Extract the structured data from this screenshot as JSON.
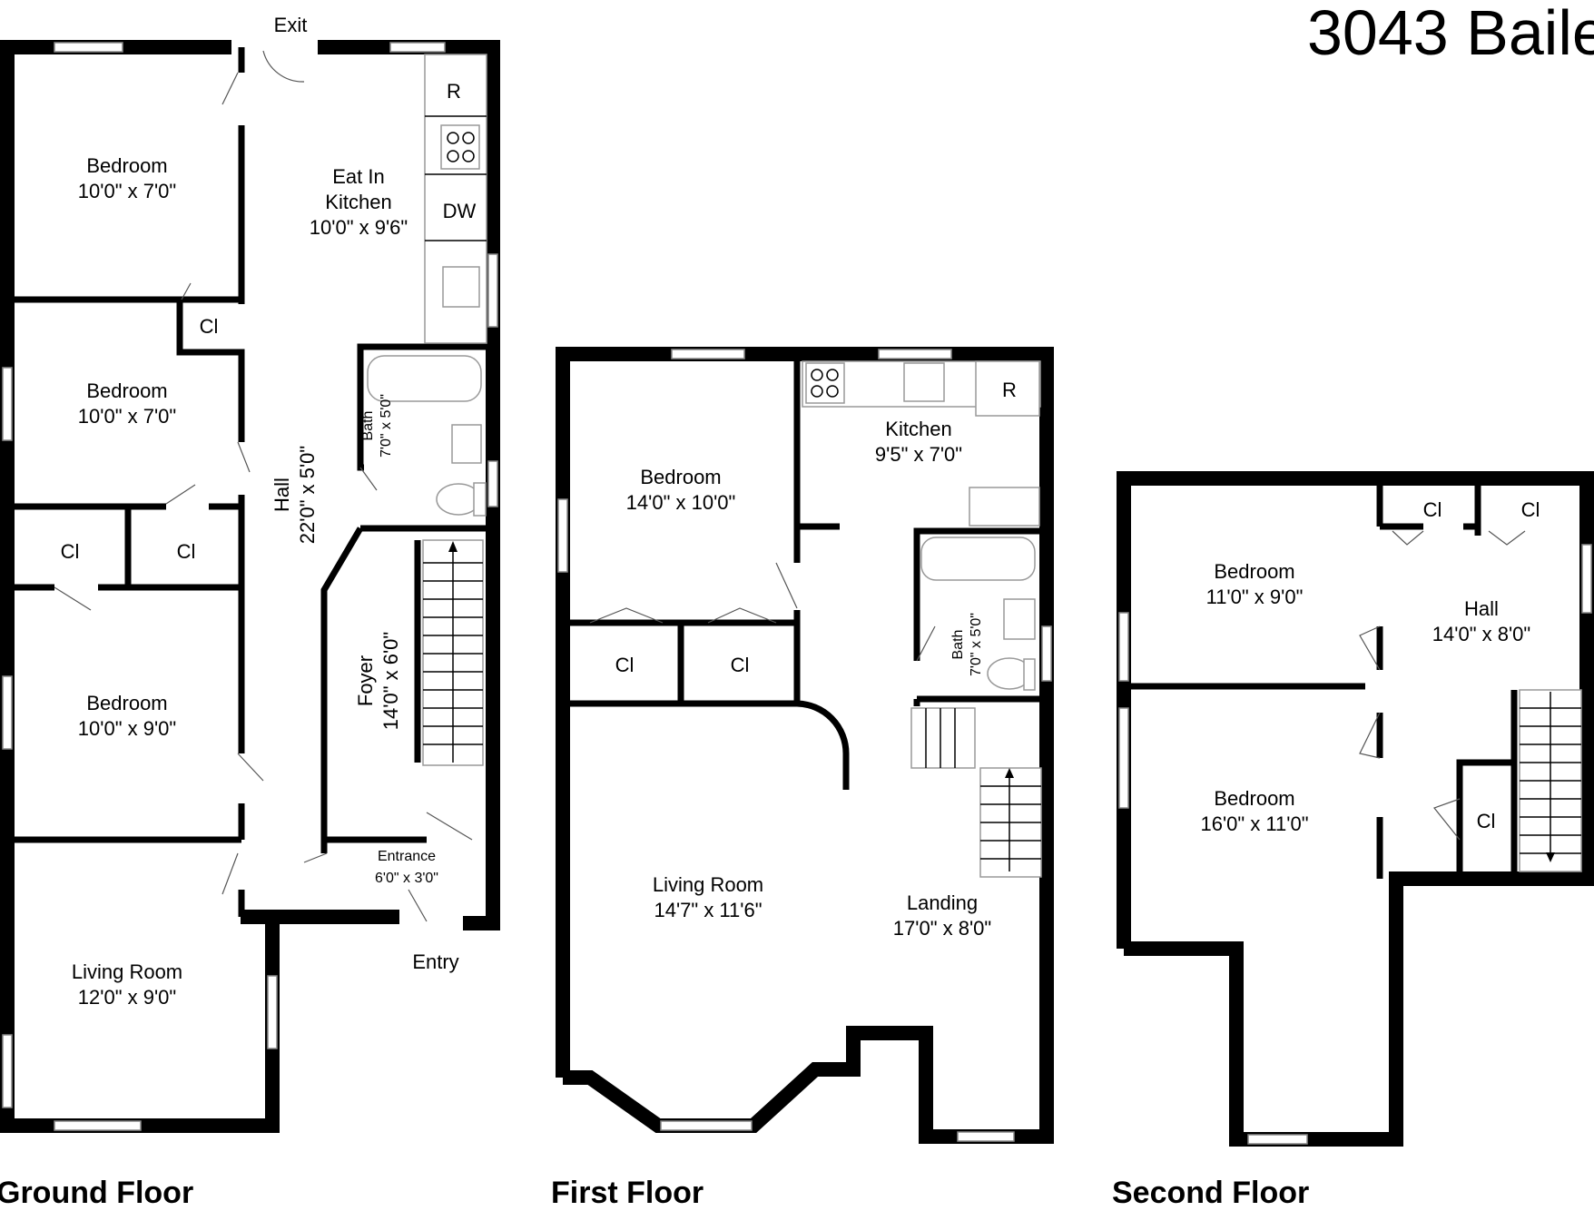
{
  "address": "3043 Baile",
  "floors": {
    "ground": {
      "label": "Ground Floor",
      "rooms": {
        "bedroom1": {
          "name": "Bedroom",
          "dim": "10'0\" x 7'0\""
        },
        "bedroom2": {
          "name": "Bedroom",
          "dim": "10'0\" x 7'0\""
        },
        "bedroom3": {
          "name": "Bedroom",
          "dim": "10'0\" x 9'0\""
        },
        "living": {
          "name": "Living Room",
          "dim": "12'0\" x 9'0\""
        },
        "kitchen_line1": "Eat In",
        "kitchen_line2": "Kitchen",
        "kitchen_dim": "10'0\" x 9'6\"",
        "hall": {
          "name": "Hall",
          "dim": "22'0\" x 5'0\""
        },
        "bath": {
          "name": "Bath",
          "dim": "7'0\" x 5'0\""
        },
        "foyer": {
          "name": "Foyer",
          "dim": "14'0\" x 6'0\""
        },
        "entrance": {
          "name": "Entrance",
          "dim": "6'0\" x 3'0\""
        },
        "closet_a": "Cl",
        "closet_b": "Cl",
        "closet_c": "Cl"
      },
      "labels": {
        "exit": "Exit",
        "entry": "Entry",
        "fridge": "R",
        "dishwasher": "DW"
      }
    },
    "first": {
      "label": "First Floor",
      "rooms": {
        "bedroom": {
          "name": "Bedroom",
          "dim": "14'0\" x 10'0\""
        },
        "kitchen": {
          "name": "Kitchen",
          "dim": "9'5\" x 7'0\""
        },
        "bath": {
          "name": "Bath",
          "dim": "7'0\" x 5'0\""
        },
        "living": {
          "name": "Living Room",
          "dim": "14'7\" x 11'6\""
        },
        "landing": {
          "name": "Landing",
          "dim": "17'0\" x 8'0\""
        },
        "closet_a": "Cl",
        "closet_b": "Cl"
      },
      "labels": {
        "fridge": "R"
      }
    },
    "second": {
      "label": "Second Floor",
      "rooms": {
        "bedroom1": {
          "name": "Bedroom",
          "dim": "11'0\" x 9'0\""
        },
        "bedroom2": {
          "name": "Bedroom",
          "dim": "16'0\" x 11'0\""
        },
        "hall": {
          "name": "Hall",
          "dim": "14'0\" x 8'0\""
        },
        "closet_a": "Cl",
        "closet_b": "Cl",
        "closet_c": "Cl"
      }
    }
  }
}
